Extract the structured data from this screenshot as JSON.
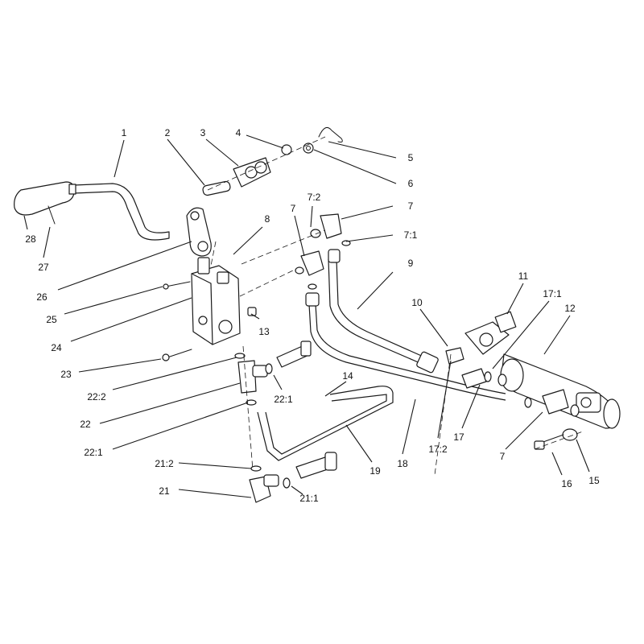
{
  "callouts": [
    {
      "id": "c1",
      "text": "1"
    },
    {
      "id": "c2",
      "text": "2"
    },
    {
      "id": "c3",
      "text": "3"
    },
    {
      "id": "c4",
      "text": "4"
    },
    {
      "id": "c5",
      "text": "5"
    },
    {
      "id": "c6",
      "text": "6"
    },
    {
      "id": "c7a",
      "text": "7"
    },
    {
      "id": "c7_2",
      "text": "7:2"
    },
    {
      "id": "c7b",
      "text": "7"
    },
    {
      "id": "c7_1",
      "text": "7:1"
    },
    {
      "id": "c8",
      "text": "8"
    },
    {
      "id": "c9",
      "text": "9"
    },
    {
      "id": "c10",
      "text": "10"
    },
    {
      "id": "c11",
      "text": "11"
    },
    {
      "id": "c17_1",
      "text": "17:1"
    },
    {
      "id": "c12",
      "text": "12"
    },
    {
      "id": "c13",
      "text": "13"
    },
    {
      "id": "c14",
      "text": "14"
    },
    {
      "id": "c15",
      "text": "15"
    },
    {
      "id": "c16",
      "text": "16"
    },
    {
      "id": "c17",
      "text": "17"
    },
    {
      "id": "c17_2",
      "text": "17:2"
    },
    {
      "id": "c7c",
      "text": "7"
    },
    {
      "id": "c18",
      "text": "18"
    },
    {
      "id": "c19",
      "text": "19"
    },
    {
      "id": "c21",
      "text": "21"
    },
    {
      "id": "c21_1",
      "text": "21:1"
    },
    {
      "id": "c21_2",
      "text": "21:2"
    },
    {
      "id": "c22",
      "text": "22"
    },
    {
      "id": "c22_1a",
      "text": "22:1"
    },
    {
      "id": "c22_1b",
      "text": "22:1"
    },
    {
      "id": "c22_2",
      "text": "22:2"
    },
    {
      "id": "c23",
      "text": "23"
    },
    {
      "id": "c24",
      "text": "24"
    },
    {
      "id": "c25",
      "text": "25"
    },
    {
      "id": "c26",
      "text": "26"
    },
    {
      "id": "c27",
      "text": "27"
    },
    {
      "id": "c28",
      "text": "28"
    }
  ]
}
